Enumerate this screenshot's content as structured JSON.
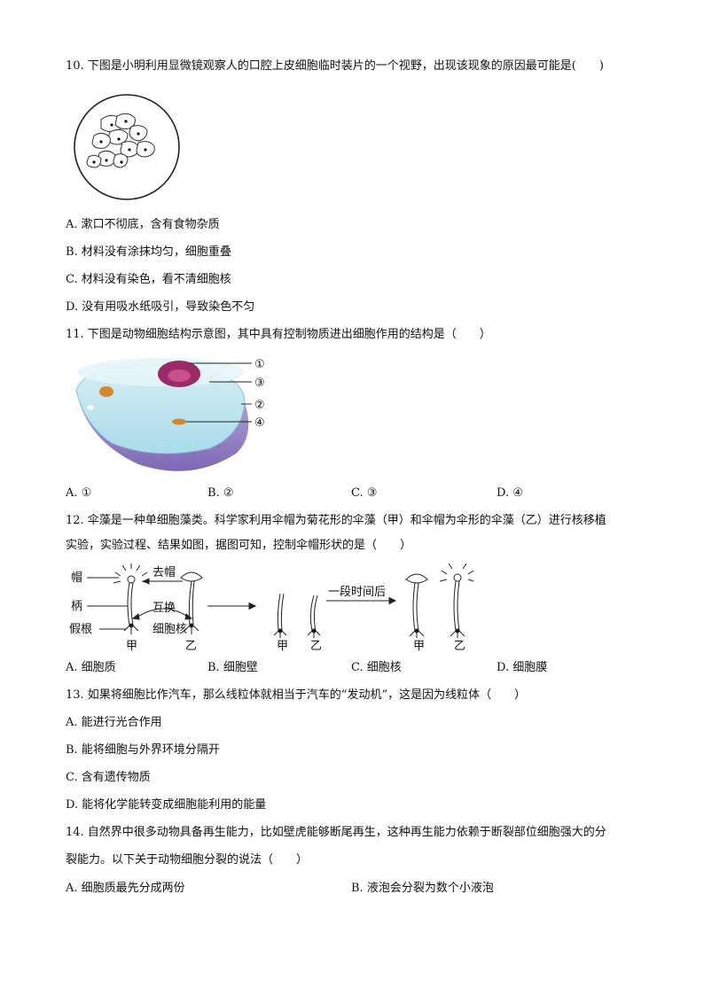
{
  "q10": {
    "stem": "10. 下图是小明利用显微镜观察人的口腔上皮细胞临时装片的一个视野，出现该现象的原因最可能是(　　)",
    "options": {
      "A": "A. 漱口不彻底，含有食物杂质",
      "B": "B. 材料没有涂抹均匀，细胞重叠",
      "C": "C. 材料没有染色，看不清细胞核",
      "D": "D. 没有用吸水纸吸引，导致染色不匀"
    }
  },
  "q11": {
    "stem": "11. 下图是动物细胞结构示意图，其中具有控制物质进出细胞作用的结构是（　　）",
    "labels": [
      "①",
      "③",
      "②",
      "④"
    ],
    "options": {
      "A": "A. ①",
      "B": "B. ②",
      "C": "C. ③",
      "D": "D. ④"
    }
  },
  "q12": {
    "stem_line1": "12. 伞藻是一种单细胞藻类。科学家利用伞帽为菊花形的伞藻（甲）和伞帽为伞形的伞藻（乙）进行核移植",
    "stem_line2": "实验，实验过程、结果如图，据图可知，控制伞帽形状的是（　　）",
    "figure": {
      "cap": "帽",
      "stalk": "柄",
      "rhizoid": "假根",
      "remove_cap": "去帽",
      "swap": "互换",
      "nucleus": "细胞核",
      "after_time": "一段时间后",
      "jia": "甲",
      "yi": "乙"
    },
    "options": {
      "A": "A. 细胞质",
      "B": "B. 细胞壁",
      "C": "C. 细胞核",
      "D": "D. 细胞膜"
    }
  },
  "q13": {
    "stem": "13. 如果将细胞比作汽车，那么线粒体就相当于汽车的“发动机”，这是因为线粒体（　　）",
    "options": {
      "A": "A. 能进行光合作用",
      "B": "B. 能将细胞与外界环境分隔开",
      "C": "C. 含有遗传物质",
      "D": "D. 能将化学能转变成细胞能利用的能量"
    }
  },
  "q14": {
    "stem_line1": "14. 自然界中很多动物具备再生能力，比如壁虎能够断尾再生，这种再生能力依赖于断裂部位细胞强大的分",
    "stem_line2": "裂能力。以下关于动物细胞分裂的说法（　　）",
    "options": {
      "A": "A. 细胞质最先分成两份",
      "B": "B. 液泡会分裂为数个小液泡"
    }
  },
  "colors": {
    "cytoplasm": "#8fd0e0",
    "membrane_bottom": "#9a86c8",
    "nucleus": "#9a2a6a",
    "mitochondria": "#d8862a"
  }
}
